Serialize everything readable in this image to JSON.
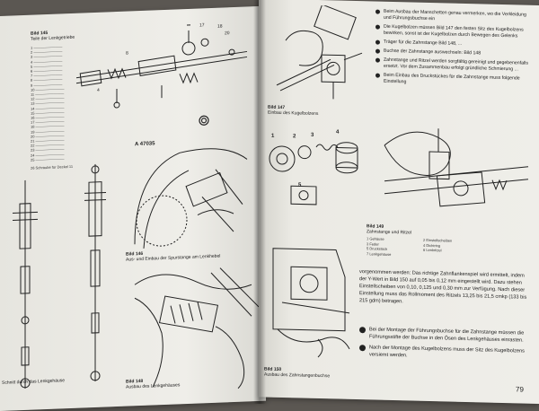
{
  "left_page": {
    "fig_top": {
      "label": "Bild 145",
      "subtitle": "Teile der Lenkgetriebe",
      "parts": [
        "1",
        "2",
        "3",
        "4",
        "5",
        "6",
        "7",
        "8",
        "9",
        "10",
        "11",
        "12",
        "13",
        "14",
        "15",
        "16",
        "17",
        "18",
        "19",
        "20",
        "21",
        "22",
        "23",
        "24",
        "25"
      ],
      "last_part": "26 Schraube für Deckel 11"
    },
    "fig_mid": {
      "label": "Bild 146",
      "subtitle": "Aus- und Einbau der Spurstange am Lenkhebel",
      "marker": "A 47035"
    },
    "fig_bottom_left": {
      "subtitle": "Schnitt durch das Lenkgehäuse"
    },
    "fig_bottom_right": {
      "label": "Bild 148",
      "subtitle": "Ausbau des Lenkgehäuses"
    }
  },
  "right_page": {
    "fig_top_left": {
      "label": "Bild 147",
      "subtitle": "Einbau des Kugelbolzens"
    },
    "fig_top_text": [
      "Beim Ausbau der Manschetten genau vermerken, wo die Verkleidung und Führungsbuchse ein",
      "Die Kugelbolzen müssen Bild 147 den festen Sitz des Kugelbolzens bewirken, sonst ist der Kugelbolzen durch Bewegen des Gelenks",
      "Träger für die Zahnstange Bild 148, ...",
      "Buchse der Zahnstange auswechseln: Bild 148",
      "Zahnstange und Ritzel werden sorgfältig gereinigt und gegebenenfalls ersetzt. Vor dem Zusammenbau erfolgt gründliche Schmierung ...",
      "Beim Einbau des Druckstückes für die Zahnstange muss folgende Einstellung"
    ],
    "fig_mid_left": {
      "label": "Bild 149",
      "subtitle": "Zahnstange und Ritzel",
      "legend": [
        "1 Gehäuse",
        "2 Einstellscheiben",
        "3 Feder",
        "4 Dichtring",
        "5 Druckstück",
        "6 Lenkritzel",
        "7 Lenkgehäuse"
      ]
    },
    "callouts": [
      "1",
      "2",
      "3",
      "4",
      "5"
    ],
    "fig_bottom_left": {
      "label": "Bild 150",
      "subtitle": "Ausbau des Zahnstangenbuchse"
    },
    "body_text": "vorgenommen werden: Das richtige Zahnflankenspiel wird ermittelt, indem der Y-Wert in Bild 150 auf 0,05 bis 0,12 mm eingestellt wird. Dazu stehen Einstellscheiben von 0,10, 0,125 und 0,30 mm zur Verfügung. Nach dieser Einstellung muss das Rollmoment des Ritzels 13,25 bis 21,5 cmkp (133 bis 215 gdm) betragen.",
    "bullets": [
      "Bei der Montage der Führungsbuchse für die Zahnstange müssen die Führungsstifte der Buchse in den Ösen des Lenkgehäuses einrasten.",
      "Nach der Montage des Kugelbolzens muss der Sitz des Kugelbolzens versiemt werden."
    ],
    "page_number": "79"
  },
  "colors": {
    "paper": "#ecebe6",
    "ink": "#222222",
    "table": "#5b5752"
  }
}
